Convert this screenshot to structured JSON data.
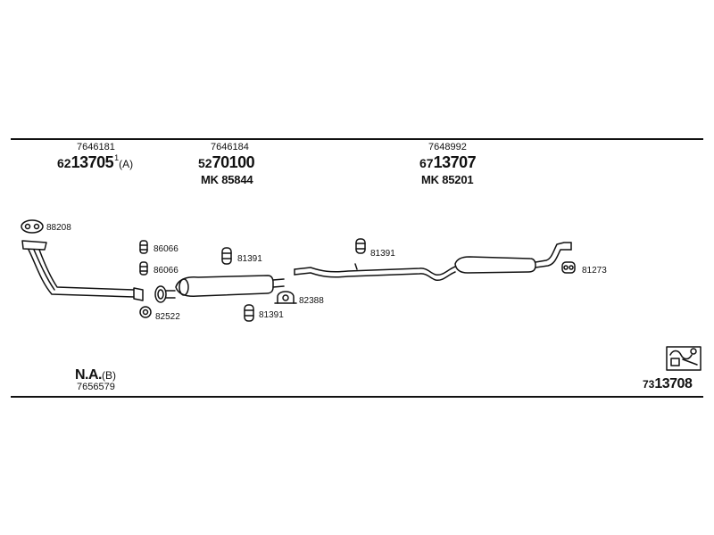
{
  "groups": [
    {
      "top": "7646181",
      "prefix": "62",
      "main": "13705",
      "sup": "1",
      "suffix": "(A)"
    },
    {
      "top": "7646184",
      "prefix": "52",
      "main": "70100",
      "mk": "MK  85844"
    },
    {
      "top": "7648992",
      "prefix": "67",
      "main": "13707",
      "mk": "MK  85201"
    }
  ],
  "parts": {
    "gasket_top": "88208",
    "clamp_1": "86066",
    "clamp_2": "86066",
    "gasket_small": "82522",
    "hanger_mid": "81391",
    "hanger_low": "81391",
    "clamp_u": "82388",
    "hanger_rear": "81391",
    "hanger_end": "81273"
  },
  "footer": {
    "na_label": "N.A.",
    "na_suffix": "(B)",
    "na_code": "7656579",
    "kit_prefix": "73",
    "kit_main": "13708"
  }
}
